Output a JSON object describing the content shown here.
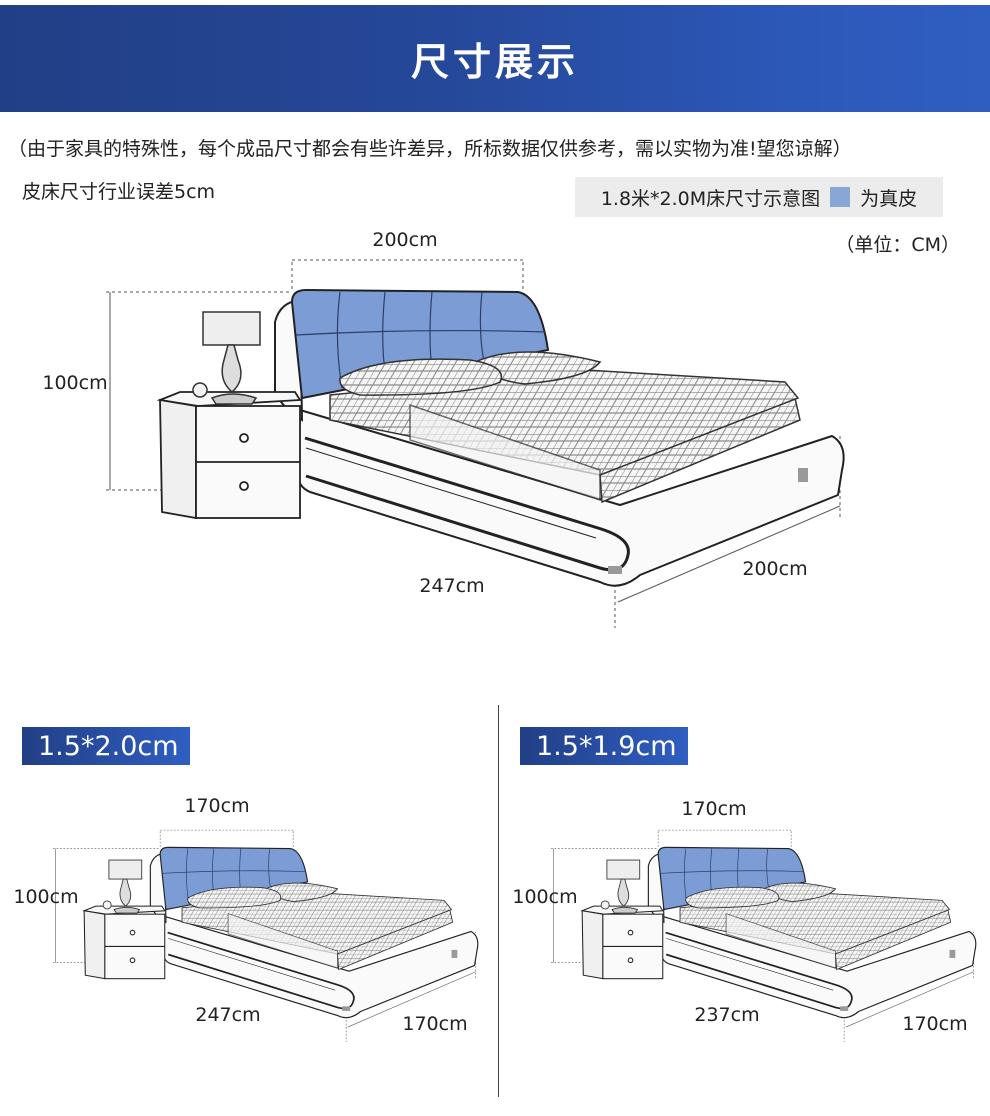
{
  "header": {
    "title": "尺寸展示"
  },
  "notes": {
    "disclaimer": "（由于家具的特殊性，每个成品尺寸都会有些许差异，所标数据仅供参考，需以实物为准!望您谅解）",
    "tolerance": "皮床尺寸行业误差5cm"
  },
  "legend": {
    "caption": "1.8米*2.0M床尺寸示意图",
    "swatch_label": "为真皮",
    "swatch_color": "#88a7d6"
  },
  "unit": "（单位：CM）",
  "main": {
    "width_top": "200cm",
    "height": "100cm",
    "length": "247cm",
    "depth": "200cm"
  },
  "variants": [
    {
      "label": "1.5*2.0cm",
      "width_top": "170cm",
      "height": "100cm",
      "length": "247cm",
      "depth": "170cm"
    },
    {
      "label": "1.5*1.9cm",
      "width_top": "170cm",
      "height": "100cm",
      "length": "237cm",
      "depth": "170cm"
    }
  ],
  "colors": {
    "header_start": "#213f85",
    "header_end": "#2f5ec2",
    "leather": "#7c9cd6"
  }
}
